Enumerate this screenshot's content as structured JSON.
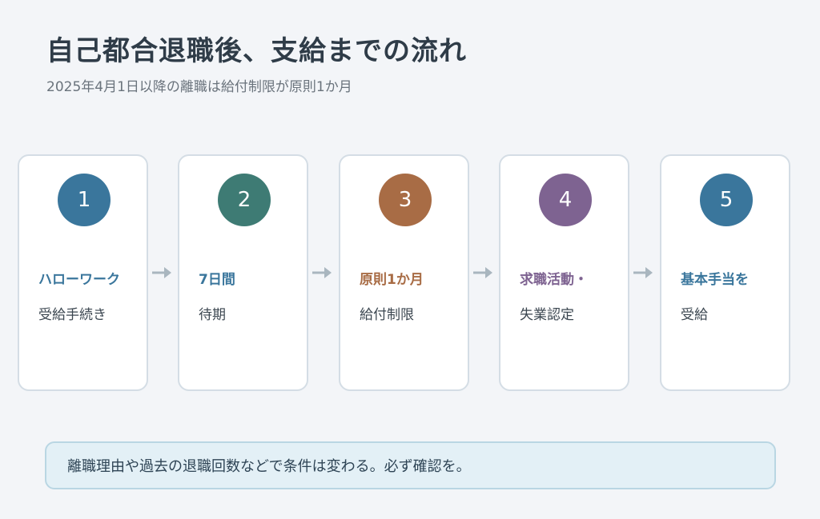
{
  "title": "自己都合退職後、支給までの流れ",
  "subtitle": "2025年4月1日以降の離職は給付制限が原則1か月",
  "steps": [
    {
      "num": "1",
      "line1": "ハローワーク",
      "line2": "受給手続き",
      "color": "#3a769c",
      "accent": "#3a769c"
    },
    {
      "num": "2",
      "line1": "7日間",
      "line2": "待期",
      "color": "#3e7b74",
      "accent": "#3a769c"
    },
    {
      "num": "3",
      "line1": "原則1か月",
      "line2": "給付制限",
      "color": "#a86c45",
      "accent": "#a86c45"
    },
    {
      "num": "4",
      "line1": "求職活動・",
      "line2": "失業認定",
      "color": "#7e6391",
      "accent": "#7e6391"
    },
    {
      "num": "5",
      "line1": "基本手当を",
      "line2": "受給",
      "color": "#3a769c",
      "accent": "#3a769c"
    }
  ],
  "note": "離職理由や過去の退職回数などで条件は変わる。必ず確認を。"
}
